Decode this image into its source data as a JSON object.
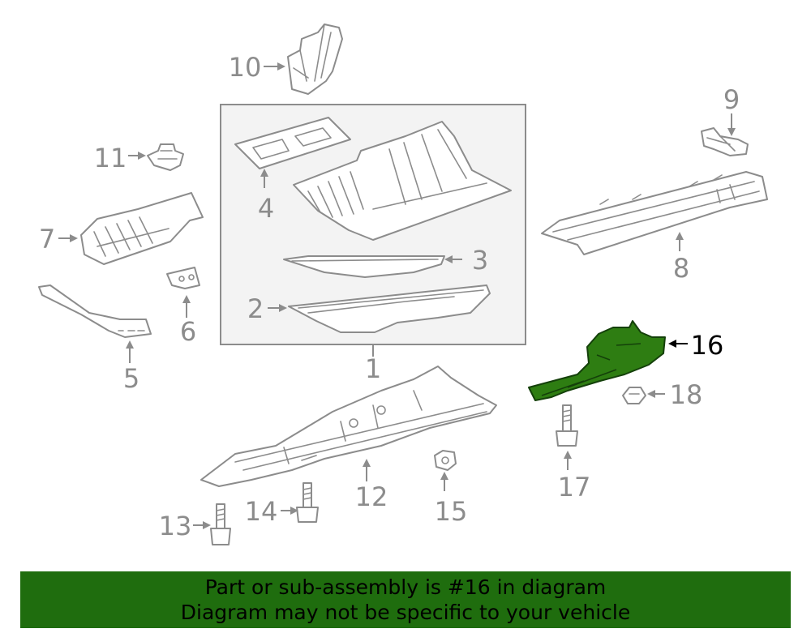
{
  "diagram": {
    "callouts": [
      "1",
      "2",
      "3",
      "4",
      "5",
      "6",
      "7",
      "8",
      "9",
      "10",
      "11",
      "12",
      "13",
      "14",
      "15",
      "16",
      "17",
      "18"
    ],
    "highlighted_part": "16",
    "highlight_color": "#2e7d12",
    "banner_color": "#1f6d0e"
  },
  "banner": {
    "line1": "Part or sub-assembly is #16 in diagram",
    "line2": "Diagram may not be specific to your vehicle"
  }
}
